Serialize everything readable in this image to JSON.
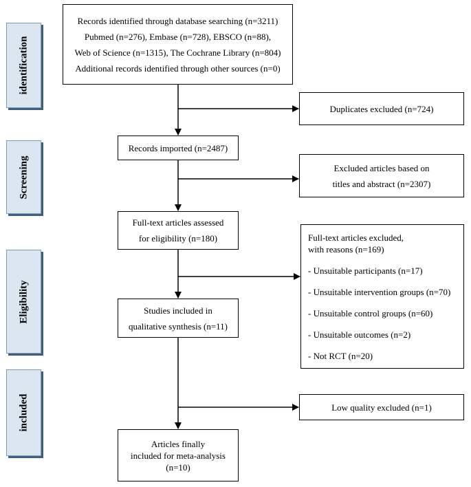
{
  "stages": [
    "identification",
    "Screening",
    "Eligibility",
    "included"
  ],
  "boxes": {
    "records_identified": [
      "Records identified through database searching (n=3211)",
      "Pubmed (n=276), Embase (n=728), EBSCO (n=88),",
      "Web of Science (n=1315), The Cochrane Library (n=804)",
      "Additional records identified through other sources (n=0)"
    ],
    "duplicates_excluded": "Duplicates excluded (n=724)",
    "records_imported": "Records imported (n=2487)",
    "excluded_titles": [
      "Excluded articles based on",
      "titles and abstract (n=2307)"
    ],
    "fulltext_assessed": [
      "Full-text articles assessed",
      "for eligibility (n=180)"
    ],
    "fulltext_excluded": {
      "heading": [
        "Full-text articles excluded,",
        "with reasons (n=169)"
      ],
      "reasons": [
        "- Unsuitable participants (n=17)",
        "- Unsuitable intervention groups (n=70)",
        "- Unsuitable control groups (n=60)",
        "- Unsuitable outcomes  (n=2)",
        "- Not RCT (n=20)"
      ]
    },
    "studies_qualitative": [
      "Studies included in",
      "qualitative synthesis (n=11)"
    ],
    "low_quality_excluded": "Low quality excluded (n=1)",
    "articles_meta": [
      "Articles finally",
      "included for meta-analysis",
      "(n=10)"
    ]
  }
}
